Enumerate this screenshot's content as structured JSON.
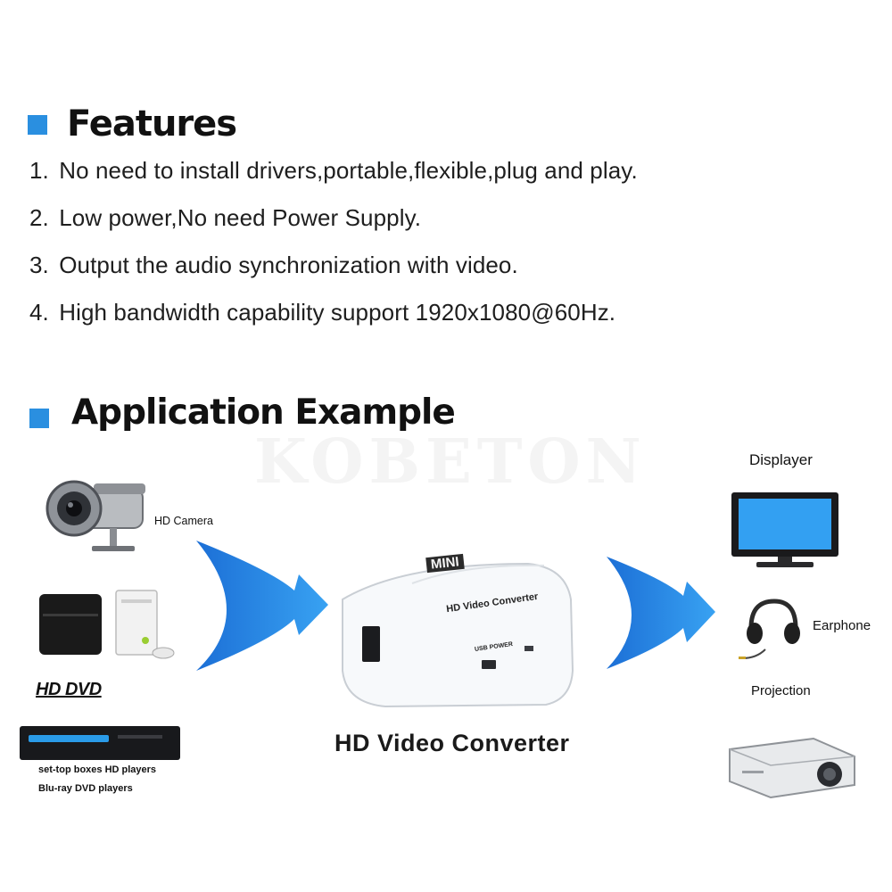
{
  "features": {
    "title": "Features",
    "items": [
      {
        "num": "1.",
        "text": "No need to install drivers,portable,flexible,plug and play."
      },
      {
        "num": "2.",
        "text": "Low power,No need Power Supply."
      },
      {
        "num": "3.",
        "text": "Output the audio synchronization with video."
      },
      {
        "num": "4.",
        "text": "High bandwidth capability support 1920x1080@60Hz."
      }
    ]
  },
  "application": {
    "title": "Application Example",
    "watermark": "KOBETON",
    "sources": {
      "hd_camera": "HD Camera",
      "hd_dvd": "HD DVD",
      "settop": "set-top boxes HD players",
      "bluray": "Blu-ray DVD players"
    },
    "device": {
      "brand": "MINI",
      "label": "HD Video Converter",
      "port_label": "USB POWER",
      "caption": "HD Video Converter"
    },
    "outputs": {
      "displayer": "Displayer",
      "earphone": "Earphone",
      "projection": "Projection"
    }
  },
  "colors": {
    "accent": "#2a8fe0",
    "arrow": "#1e88e5"
  }
}
